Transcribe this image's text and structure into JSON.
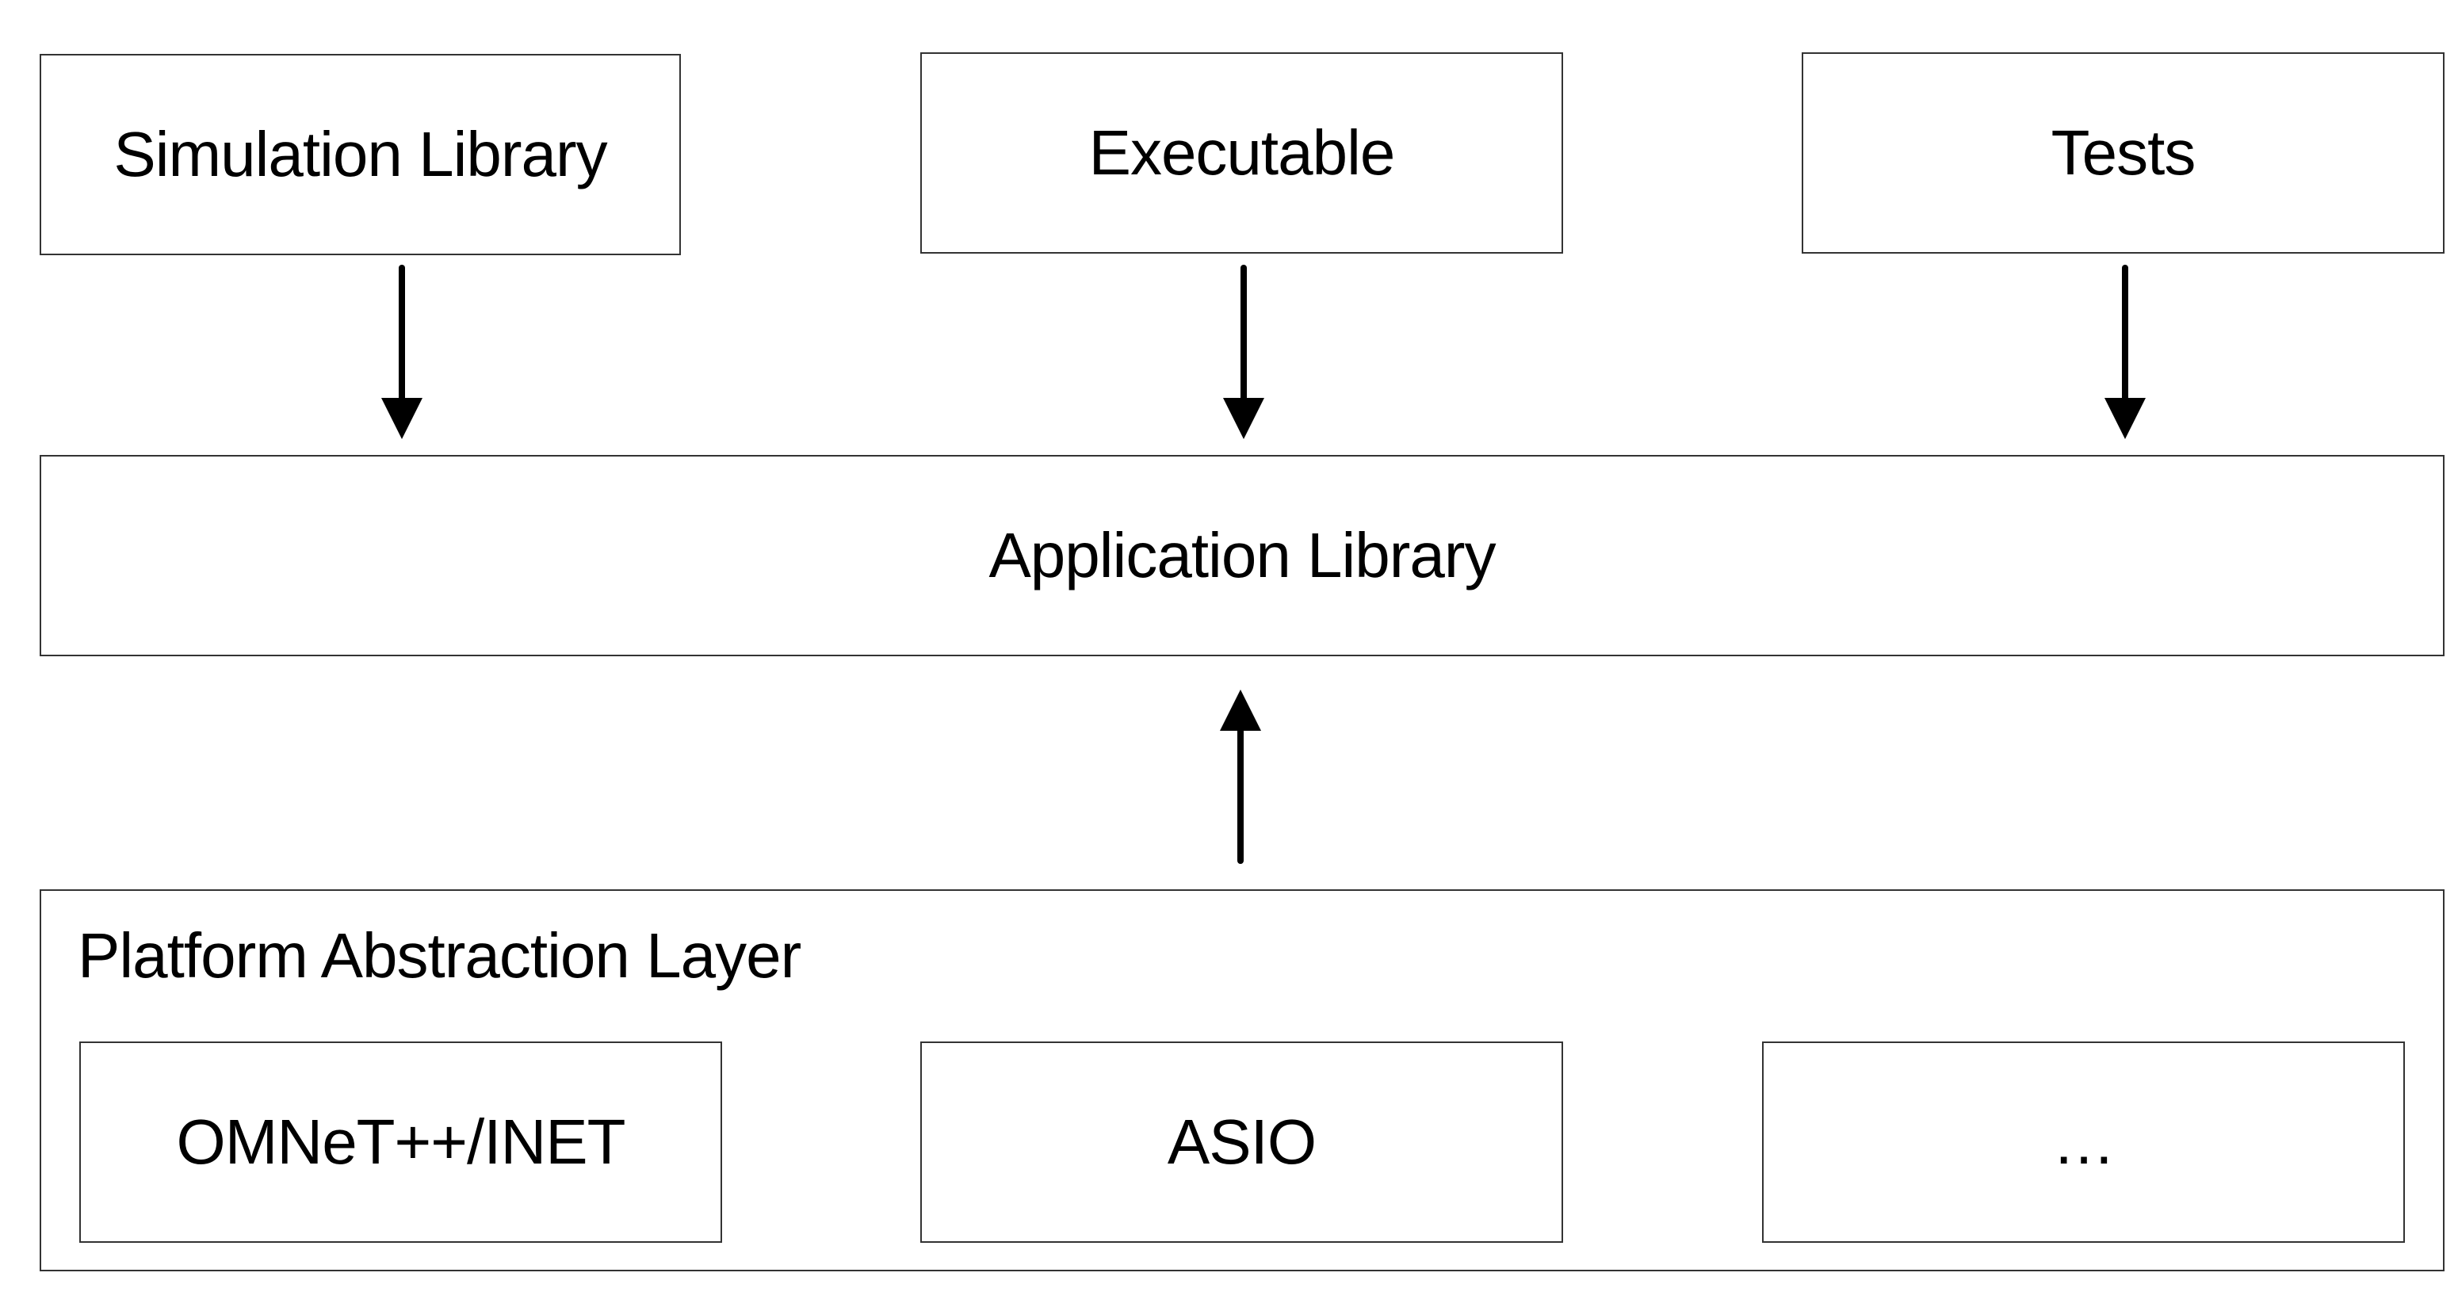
{
  "top_row": [
    {
      "label": "Simulation Library"
    },
    {
      "label": "Executable"
    },
    {
      "label": "Tests"
    }
  ],
  "middle": {
    "label": "Application Library"
  },
  "platform": {
    "title": "Platform Abstraction Layer",
    "items": [
      {
        "label": "OMNeT++/INET"
      },
      {
        "label": "ASIO"
      },
      {
        "label": "…"
      }
    ]
  },
  "colors": {
    "stroke": "#333333",
    "arrow": "#000000",
    "text": "#000000",
    "background": "#ffffff"
  }
}
